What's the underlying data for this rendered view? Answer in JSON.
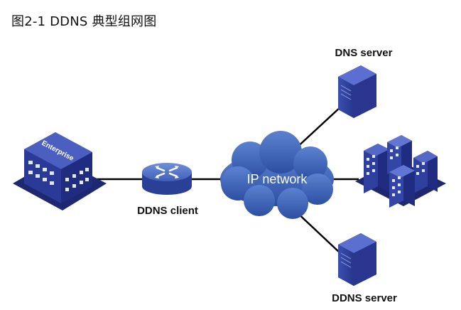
{
  "figure": {
    "title": "图2-1  DDNS 典型组网图"
  },
  "nodes": {
    "enterprise": {
      "label": "Enterprise",
      "icon": "enterprise-building-icon"
    },
    "ddns_client": {
      "label": "DDNS client",
      "icon": "router-icon"
    },
    "ip_network": {
      "label": "IP network",
      "icon": "cloud-icon"
    },
    "dns_server": {
      "label": "DNS server",
      "icon": "server-tower-icon"
    },
    "city": {
      "icon": "city-buildings-icon"
    },
    "ddns_server": {
      "label": "DDNS server",
      "icon": "server-tower-icon"
    }
  },
  "colors": {
    "device_blue": "#2f3f9e",
    "device_dark": "#1f2a78",
    "cloud_blue": "#3c63b8",
    "line": "#000000"
  }
}
